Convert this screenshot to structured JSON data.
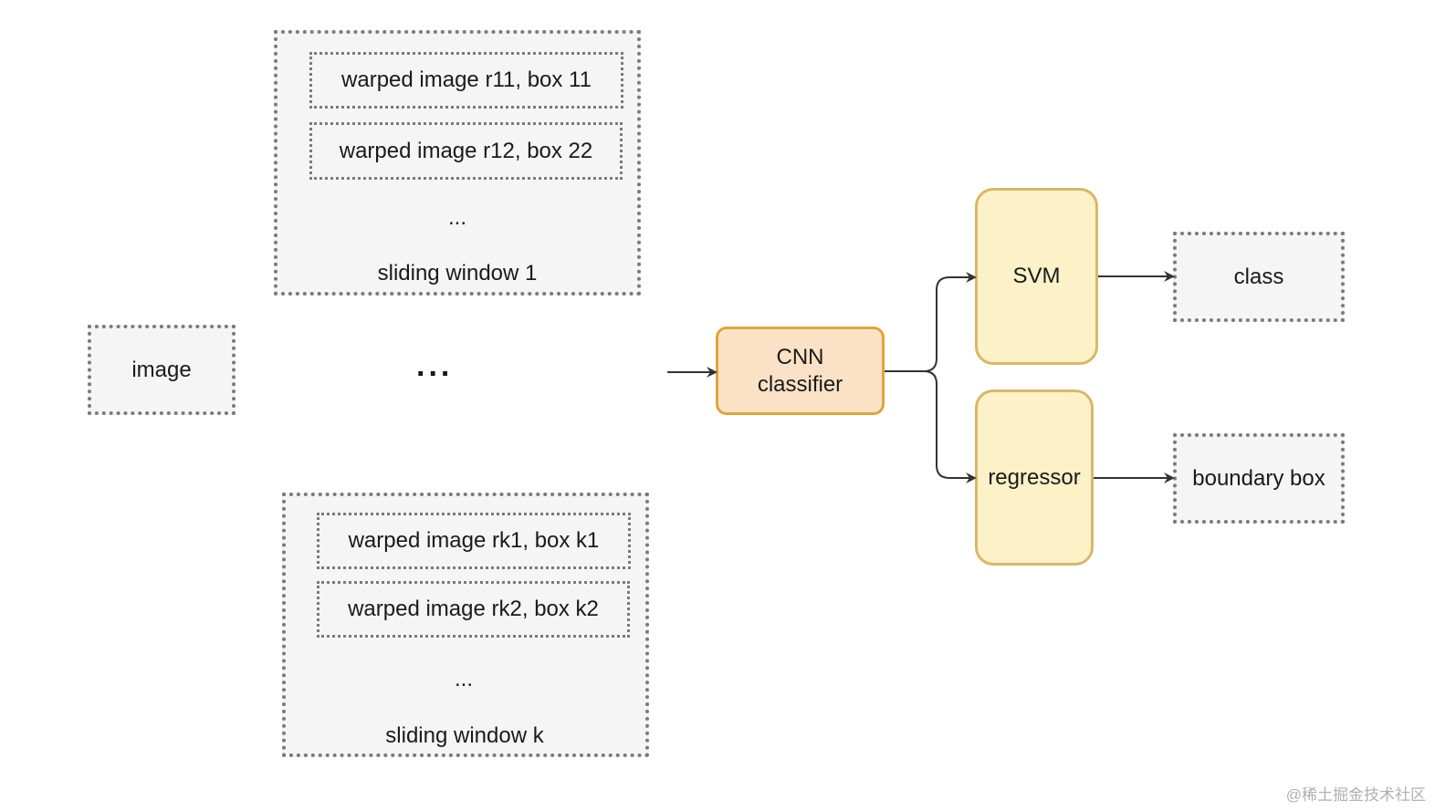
{
  "window1": {
    "item1": "warped image r11, box 11",
    "item2": "warped image r12, box 22",
    "ellipsis": "...",
    "label": "sliding window 1"
  },
  "windowk": {
    "item1": "warped image rk1, box k1",
    "item2": "warped image rk2, box k2",
    "ellipsis": "...",
    "label": "sliding window k"
  },
  "image_label": "image",
  "middle_ellipsis": "...",
  "cnn": {
    "line1": "CNN",
    "line2": "classifier"
  },
  "svm_label": "SVM",
  "regressor_label": "regressor",
  "class_label": "class",
  "boundary_box_label": "boundary box",
  "watermark": "@稀土掘金技术社区",
  "colors": {
    "cnn_fill": "#fbe2c6",
    "cnn_border": "#e0a43b",
    "model_fill": "#fdf1c8",
    "model_border": "#d8b868",
    "dotted_border": "#7a7a7a",
    "box_fill": "#f5f5f5"
  }
}
